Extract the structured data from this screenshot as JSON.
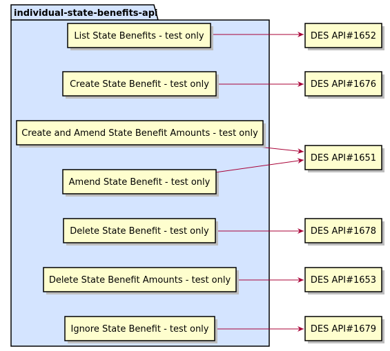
{
  "package": {
    "title": "individual-state-benefits-api"
  },
  "endpoints": [
    {
      "label": "List State Benefits - test only"
    },
    {
      "label": "Create State Benefit - test only"
    },
    {
      "label": "Create and Amend State Benefit Amounts - test only"
    },
    {
      "label": "Amend State Benefit - test only"
    },
    {
      "label": "Delete State Benefit - test only"
    },
    {
      "label": "Delete State Benefit Amounts - test only"
    },
    {
      "label": "Ignore State Benefit - test only"
    }
  ],
  "targets": [
    {
      "label": "DES API#1652"
    },
    {
      "label": "DES API#1676"
    },
    {
      "label": "DES API#1651"
    },
    {
      "label": "DES API#1678"
    },
    {
      "label": "DES API#1653"
    },
    {
      "label": "DES API#1679"
    }
  ],
  "links": [
    {
      "from": 0,
      "to": 0
    },
    {
      "from": 1,
      "to": 1
    },
    {
      "from": 2,
      "to": 2
    },
    {
      "from": 3,
      "to": 2
    },
    {
      "from": 4,
      "to": 3
    },
    {
      "from": 5,
      "to": 4
    },
    {
      "from": 6,
      "to": 5
    }
  ],
  "colors": {
    "package_fill": "#d4e4ff",
    "node_fill": "#fefece",
    "border": "#000000",
    "arrow": "#a80036",
    "shadow": "#bdbdbd"
  }
}
